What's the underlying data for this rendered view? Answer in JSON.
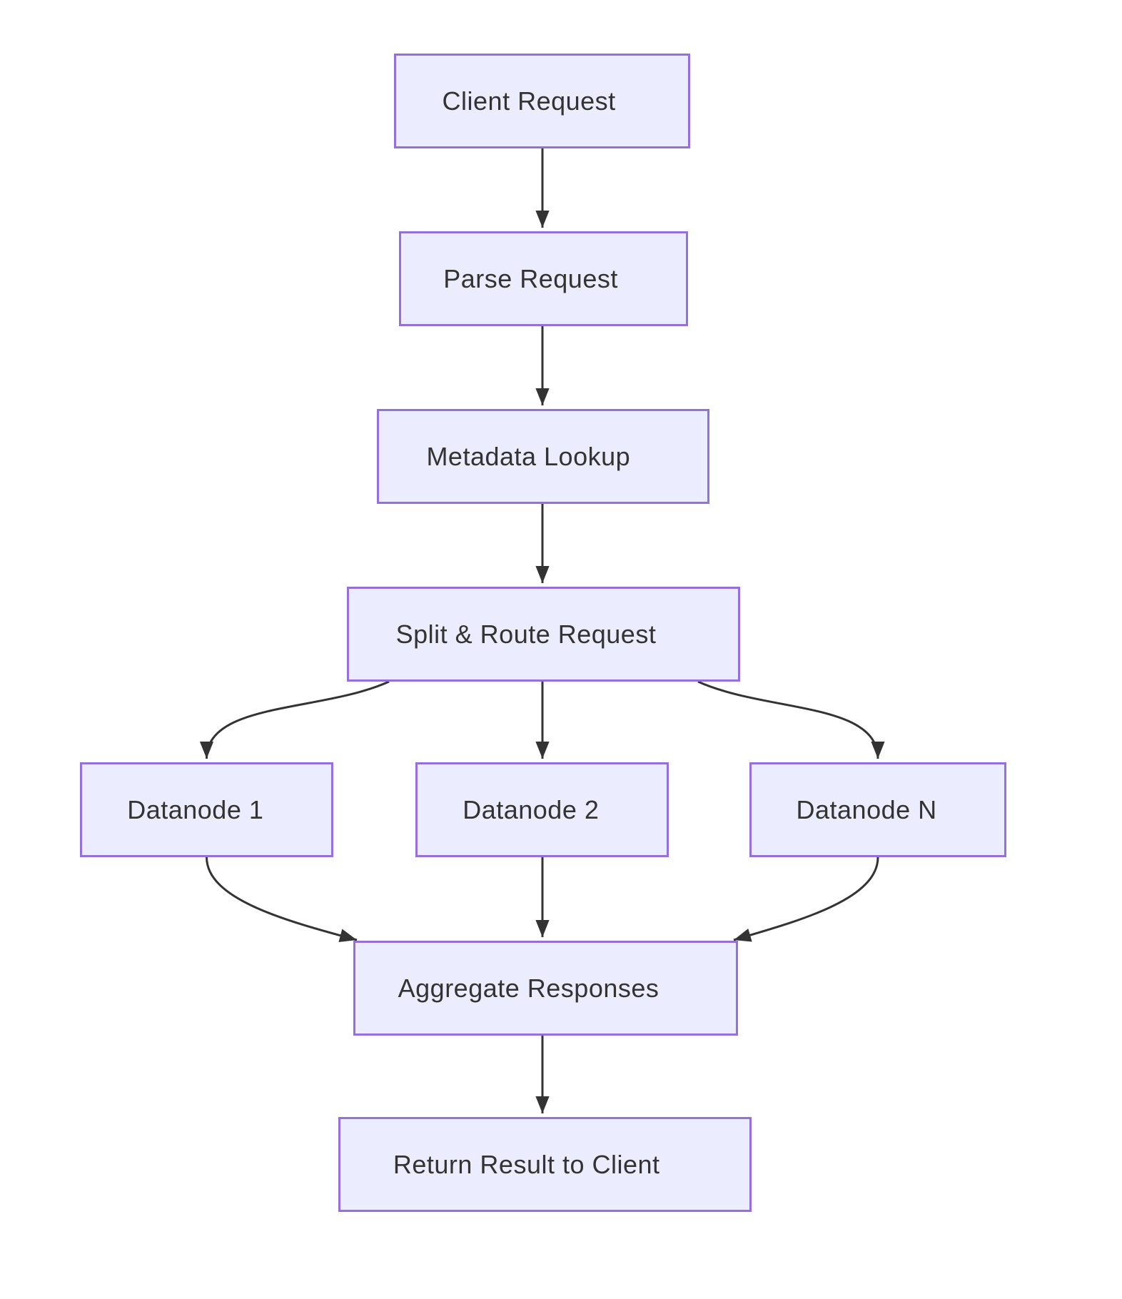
{
  "diagram": {
    "type": "flowchart",
    "direction": "top-down",
    "nodes": [
      {
        "id": "client",
        "label": "Client Request"
      },
      {
        "id": "parse",
        "label": "Parse Request"
      },
      {
        "id": "meta",
        "label": "Metadata Lookup"
      },
      {
        "id": "split",
        "label": "Split & Route Request"
      },
      {
        "id": "d1",
        "label": "Datanode 1"
      },
      {
        "id": "d2",
        "label": "Datanode 2"
      },
      {
        "id": "dn",
        "label": "Datanode N"
      },
      {
        "id": "agg",
        "label": "Aggregate Responses"
      },
      {
        "id": "ret",
        "label": "Return Result to Client"
      }
    ],
    "edges": [
      {
        "from": "client",
        "to": "parse"
      },
      {
        "from": "parse",
        "to": "meta"
      },
      {
        "from": "meta",
        "to": "split"
      },
      {
        "from": "split",
        "to": "d1"
      },
      {
        "from": "split",
        "to": "d2"
      },
      {
        "from": "split",
        "to": "dn"
      },
      {
        "from": "d1",
        "to": "agg"
      },
      {
        "from": "d2",
        "to": "agg"
      },
      {
        "from": "dn",
        "to": "agg"
      },
      {
        "from": "agg",
        "to": "ret"
      }
    ],
    "colors": {
      "node_fill": "#ECECFF",
      "node_border": "#9370DB",
      "edge": "#333333",
      "text": "#333333",
      "background": "#FFFFFF"
    }
  }
}
